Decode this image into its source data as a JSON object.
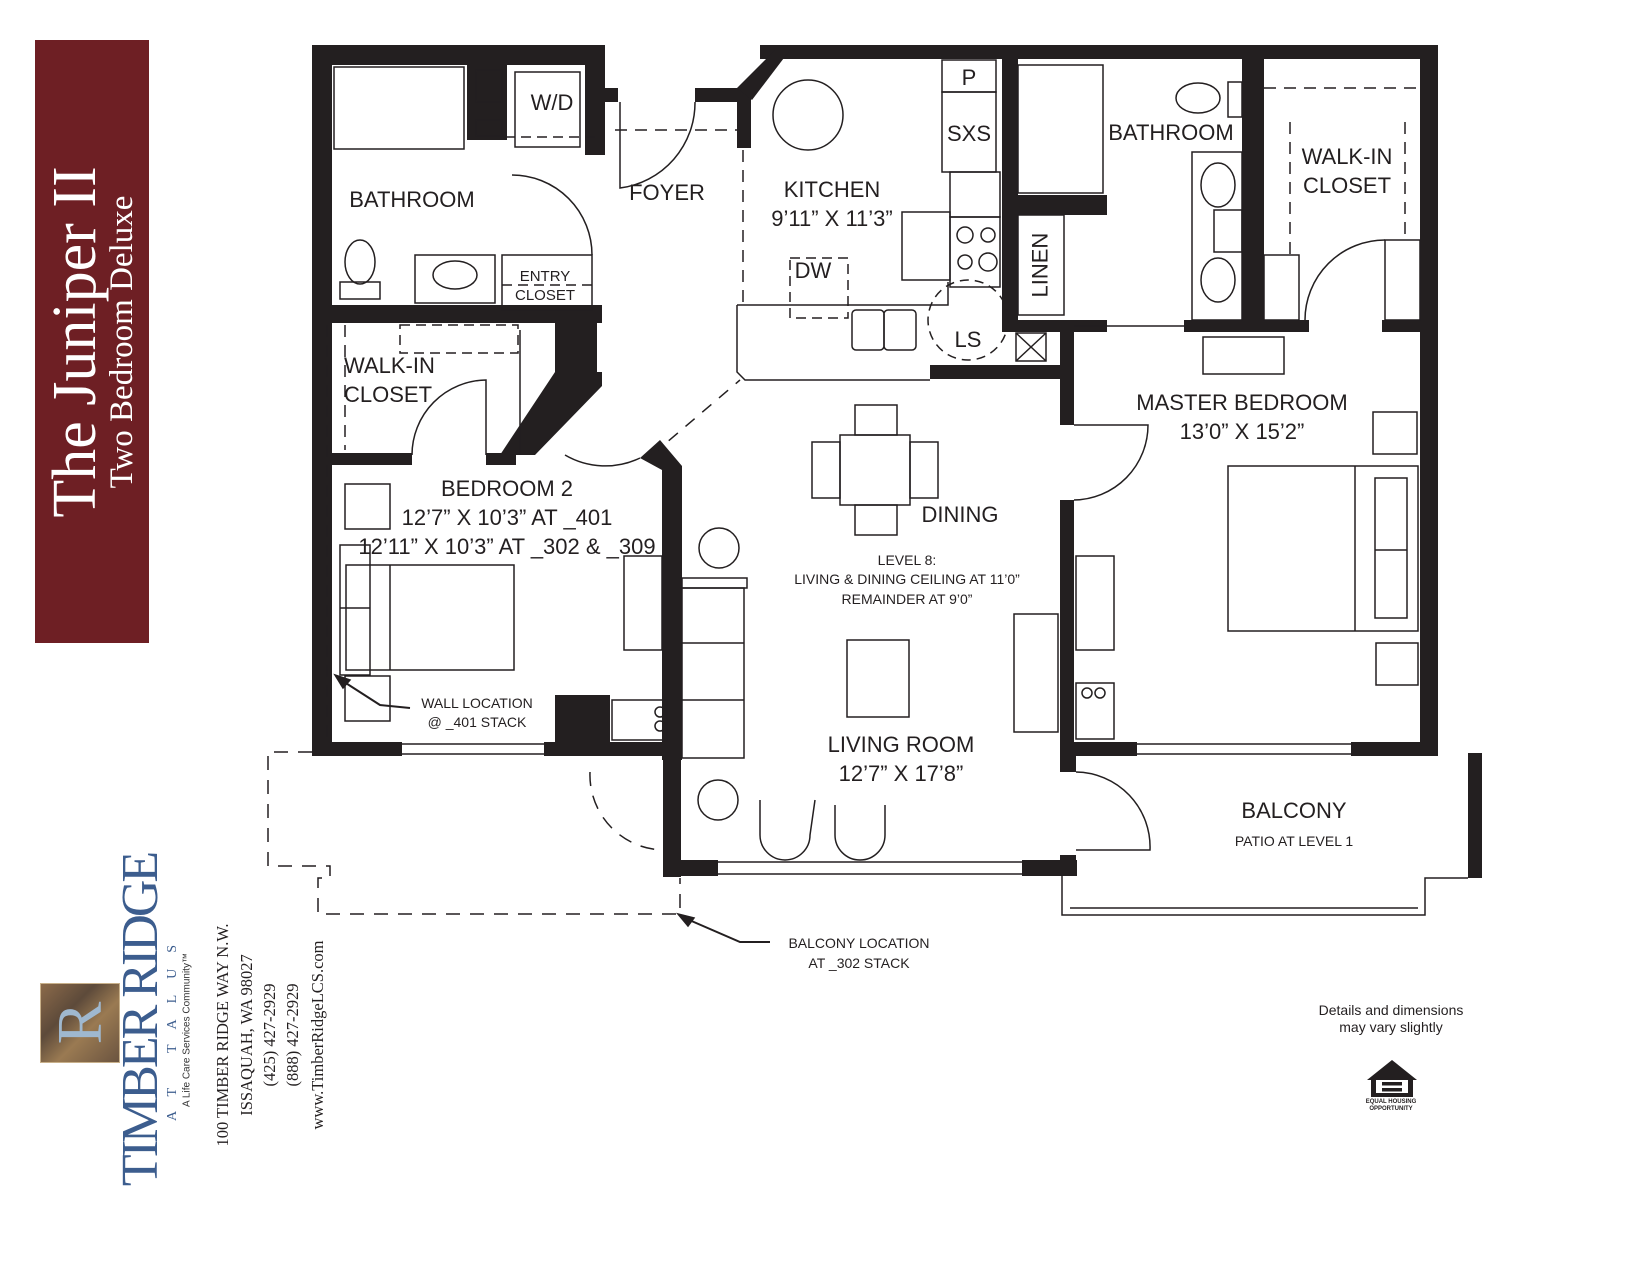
{
  "title_band": {
    "title": "The Juniper II",
    "subtitle": "Two Bedroom Deluxe",
    "color": "#6e1f24"
  },
  "rooms": {
    "bathroom_left": {
      "name": "BATHROOM"
    },
    "washer_dryer": {
      "name": "W/D"
    },
    "foyer": {
      "name": "FOYER"
    },
    "entry_closet": {
      "line1": "ENTRY",
      "line2": "CLOSET"
    },
    "kitchen": {
      "name": "KITCHEN",
      "dims": "9’11” X 11’3”"
    },
    "pantry": {
      "name": "P"
    },
    "refrigerator": {
      "name": "SXS"
    },
    "dishwasher": {
      "name": "DW"
    },
    "lazy_susan": {
      "name": "LS"
    },
    "linen": {
      "name": "LINEN"
    },
    "bathroom_right": {
      "name": "BATHROOM"
    },
    "walk_in_closet_right": {
      "line1": "WALK-IN",
      "line2": "CLOSET"
    },
    "walk_in_closet_left": {
      "line1": "WALK-IN",
      "line2": "CLOSET"
    },
    "bedroom_2": {
      "name": "BEDROOM 2",
      "dims_401": "12’7” X 10’3” AT _401",
      "dims_302_309": "12’11” X 10’3” AT _302 & _309"
    },
    "dining": {
      "name": "DINING"
    },
    "ceiling_note": {
      "line1": "LEVEL 8:",
      "line2": "LIVING & DINING CEILING AT 11’0”",
      "line3": "REMAINDER AT 9’0”"
    },
    "master_bedroom": {
      "name": "MASTER BEDROOM",
      "dims": "13’0” X 15’2”"
    },
    "living_room": {
      "name": "LIVING ROOM",
      "dims": "12’7” X 17’8”"
    },
    "balcony": {
      "name": "BALCONY",
      "note": "PATIO AT LEVEL 1"
    }
  },
  "annotations": {
    "wall_location": {
      "line1": "WALL LOCATION",
      "line2": "@ _401 STACK"
    },
    "balcony_location": {
      "line1": "BALCONY LOCATION",
      "line2": "AT _302 STACK"
    }
  },
  "branding": {
    "logo_letter": "R",
    "name": "TIMBER RIDGE",
    "sub": "AT TALUS",
    "tagline": "A Life Care Services Community™",
    "brand_color": "#3c5d8e"
  },
  "address": {
    "street": "100 TIMBER RIDGE WAY N.W.",
    "city": "ISSAQUAH, WA 98027",
    "phone1": "(425) 427-2929",
    "phone2": "(888) 427-2929",
    "website": "www.TimberRidgeLCS.com"
  },
  "footer": {
    "disclaimer_line1": "Details and dimensions",
    "disclaimer_line2": "may vary slightly",
    "eho_line1": "EQUAL HOUSING",
    "eho_line2": "OPPORTUNITY"
  }
}
